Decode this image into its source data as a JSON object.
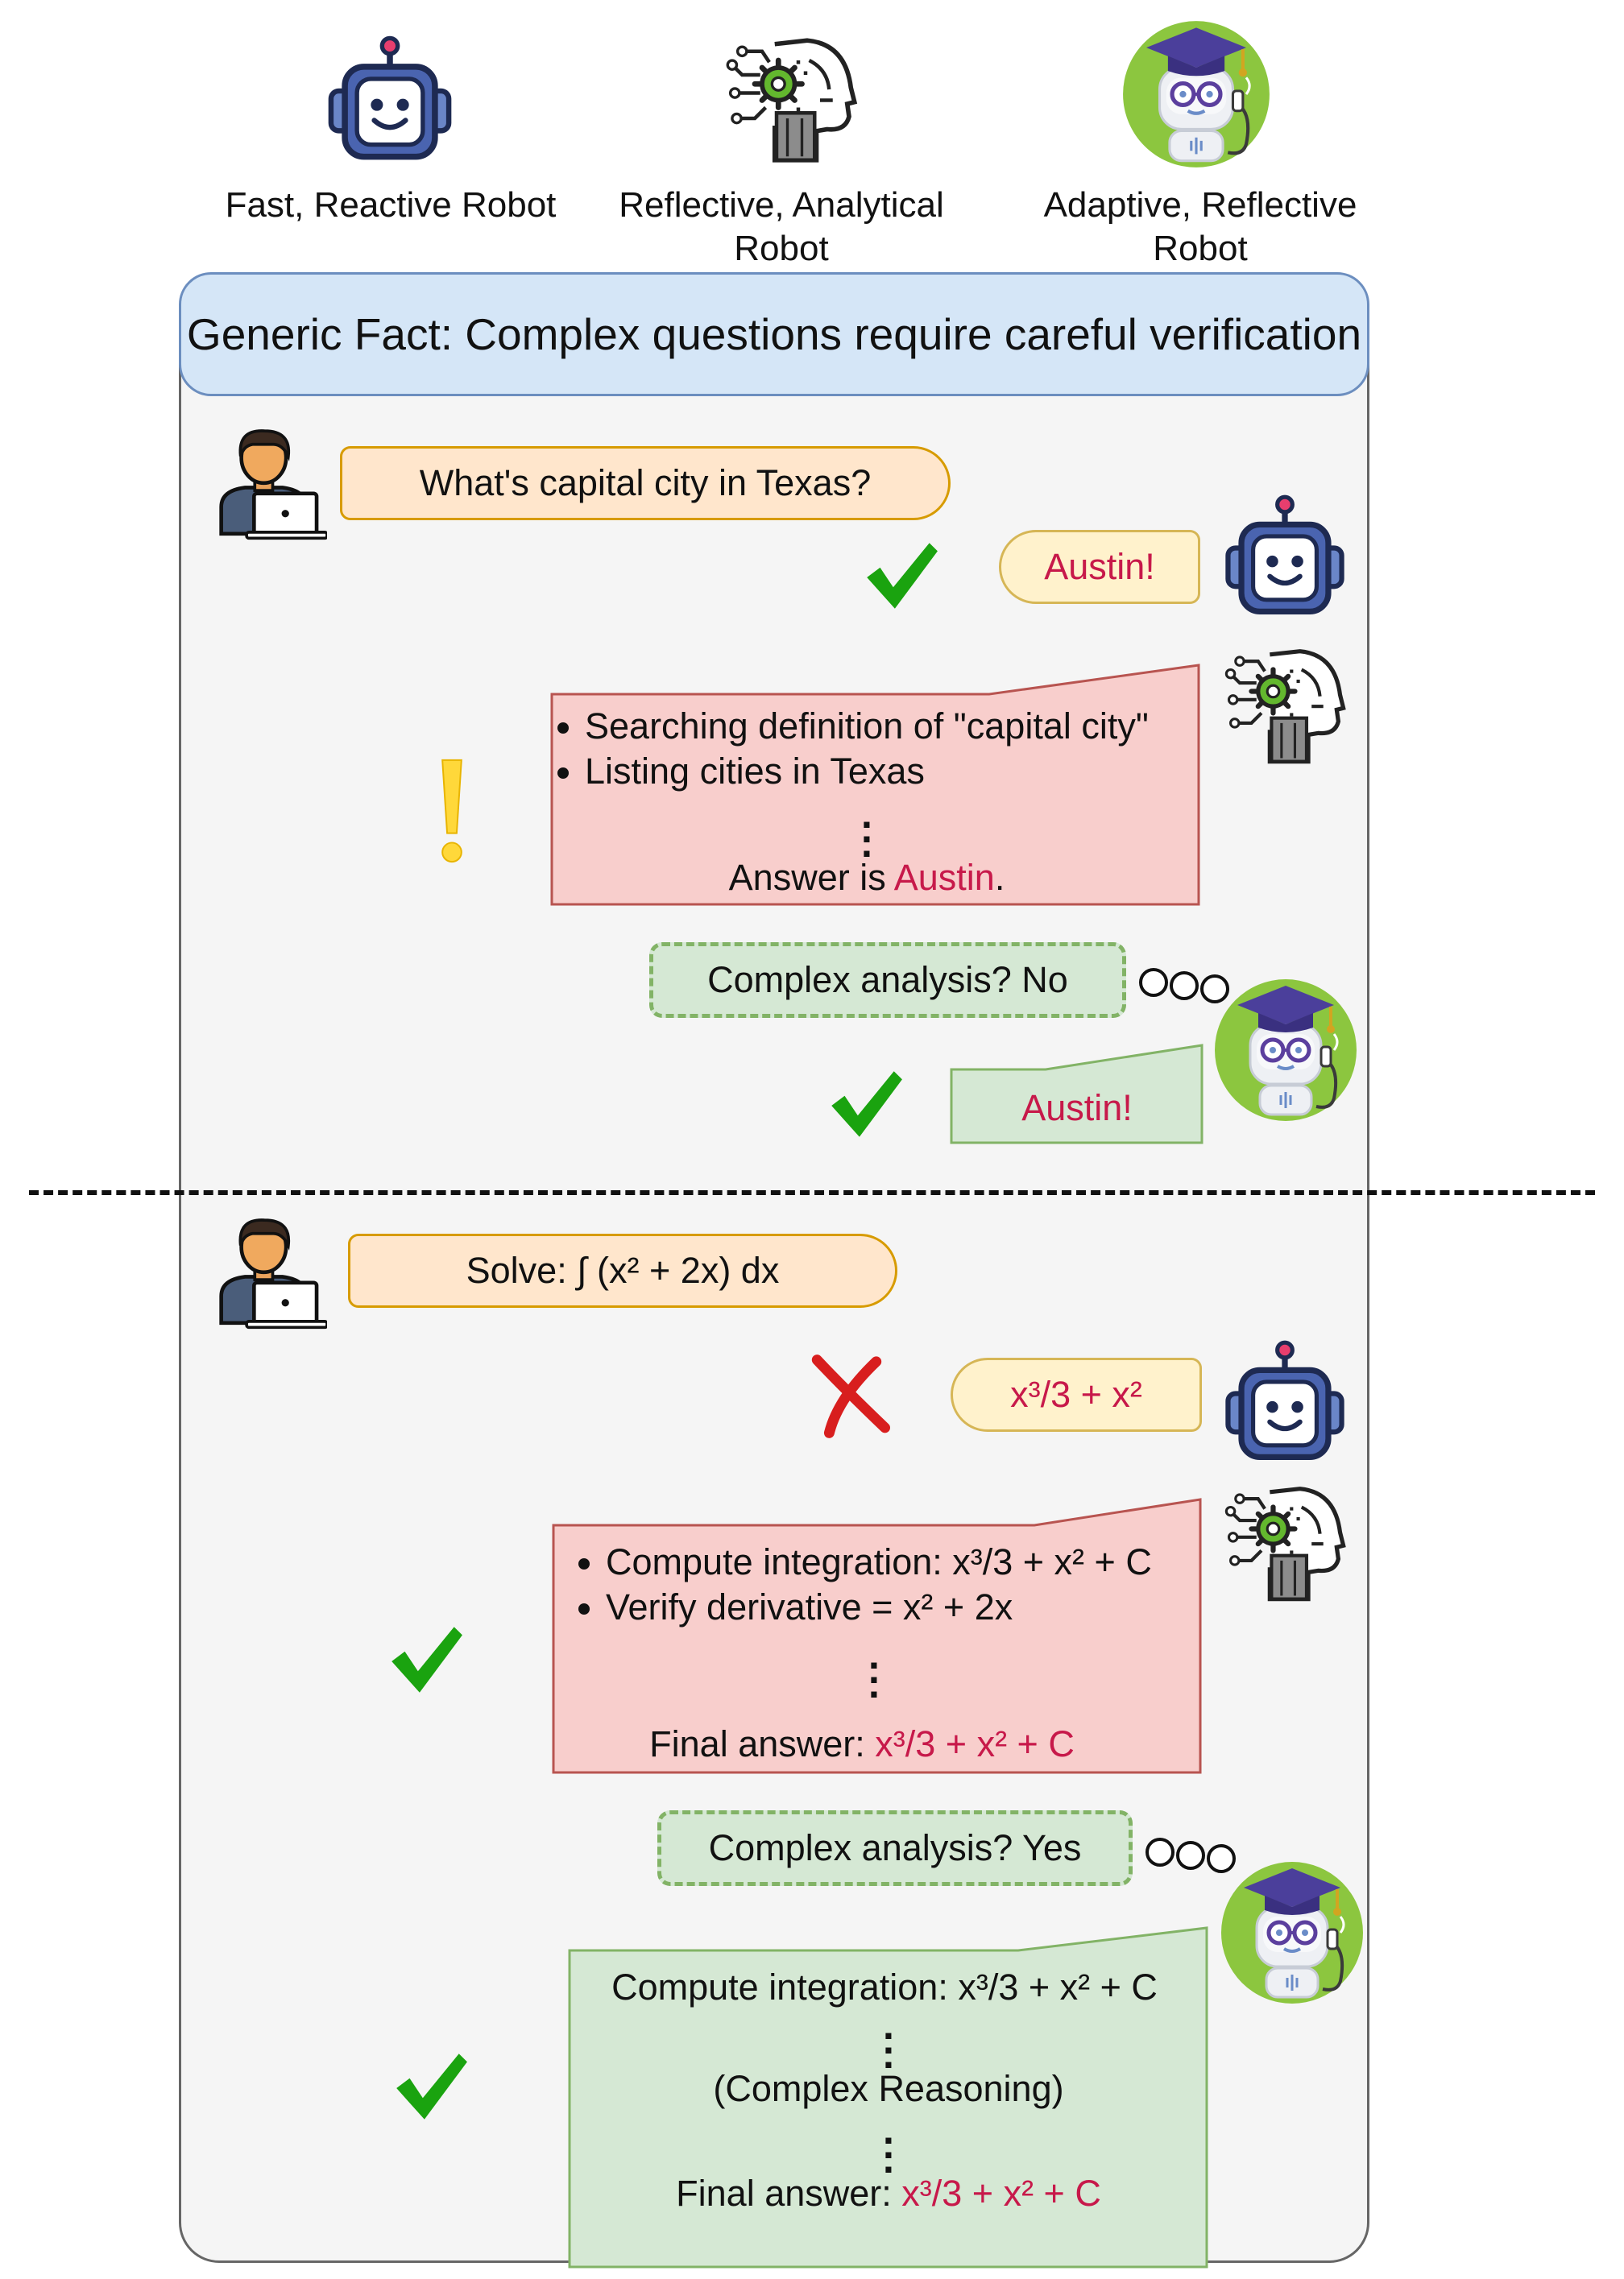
{
  "captions": {
    "fast": "Fast, Reactive Robot",
    "reflective": "Reflective, Analytical Robot",
    "adaptive": "Adaptive, Reflective Robot"
  },
  "fact": "Generic Fact: Complex questions require careful verification",
  "top": {
    "question": "What's capital city in Texas?",
    "fast_answer": "Austin!",
    "reflective_steps": [
      "Searching definition of \"capital city\"",
      "Listing cities in Texas"
    ],
    "reflective_final_prefix": "Answer is ",
    "reflective_final_value": "Austin",
    "reflective_final_suffix": ".",
    "adaptive_thought": "Complex analysis? No",
    "adaptive_answer": "Austin!"
  },
  "bottom": {
    "question": "Solve: ∫ (x² + 2x) dx",
    "fast_answer": "x³/3 + x²",
    "reflective_steps": [
      "Compute integration: x³/3 + x² + C",
      "Verify derivative = x² + 2x"
    ],
    "reflective_final_prefix": "Final answer: ",
    "reflective_final_value": "x³/3 + x² + C",
    "adaptive_thought": "Complex analysis? Yes",
    "adaptive_line1": "Compute integration: x³/3 + x² + C",
    "adaptive_middle": "(Complex Reasoning)",
    "adaptive_final_prefix": "Final answer: ",
    "adaptive_final_value": "x³/3 + x² + C"
  },
  "colors": {
    "user_bubble": "#ffe6cc",
    "fast_bubble": "#fff2cc",
    "reflective_bubble": "#f8cecc",
    "adaptive_bubble": "#d5e8d4",
    "fact_box": "#d5e6f7",
    "answer_text": "#c7194a",
    "check": "#1aa30f",
    "cross": "#d81e1e",
    "warning": "#ffd83a"
  },
  "icons": [
    "robot-icon",
    "cyborg-head-icon",
    "graduate-robot-icon",
    "user-laptop-icon",
    "check-icon",
    "cross-icon",
    "exclamation-icon",
    "thought-dots-icon"
  ]
}
